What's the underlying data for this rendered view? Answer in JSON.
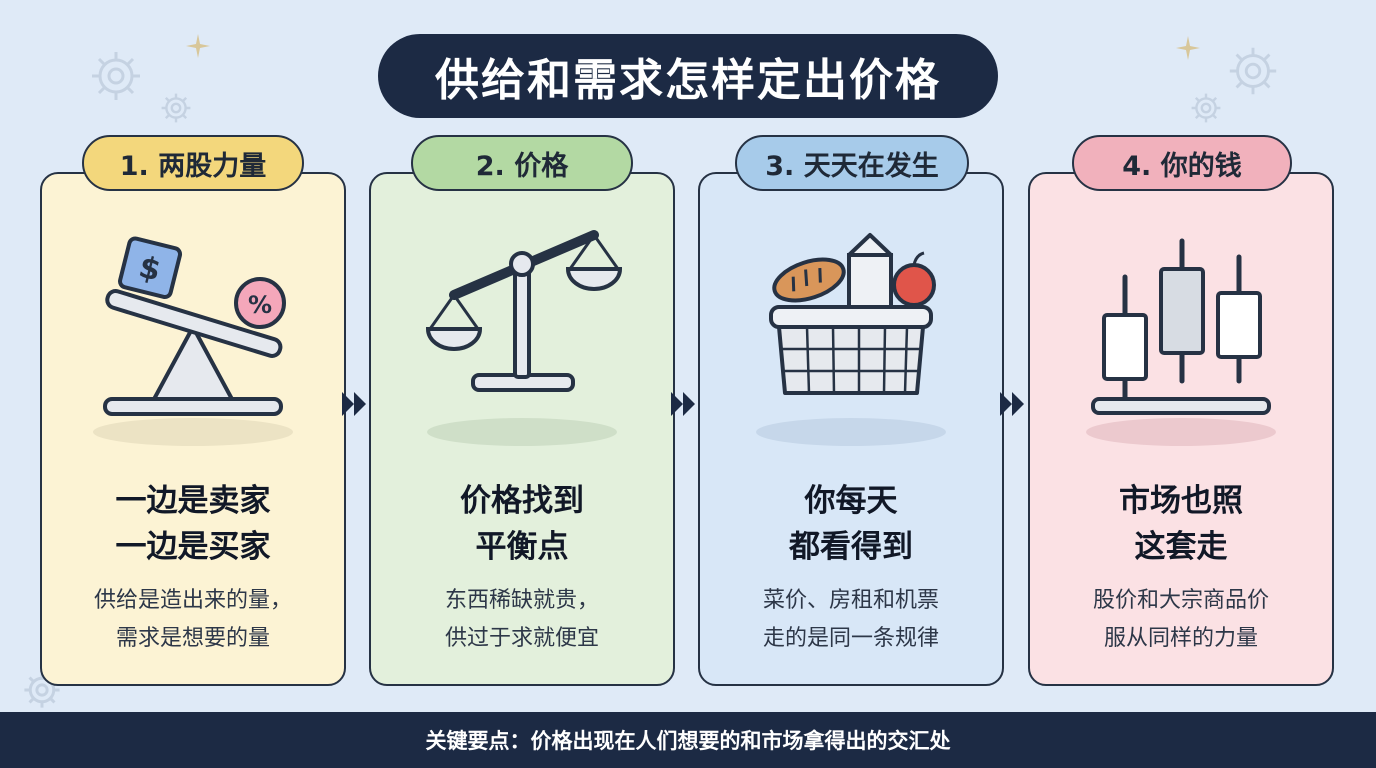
{
  "title": "供给和需求怎样定出价格",
  "colors": {
    "navy": "#1c2a44",
    "outline": "#263244",
    "yellow_card": "#fcf3d4",
    "yellow_tab": "#f3d77c",
    "green_card": "#e3f0dc",
    "green_tab": "#b3d9a3",
    "blue_card": "#d8e7f7",
    "blue_tab": "#a7cbea",
    "pink_card": "#fbe1e4",
    "pink_tab": "#f1b1bc"
  },
  "cards": [
    {
      "tab": "1. 两股力量",
      "icon": "seesaw-icon",
      "heading": [
        "一边是卖家",
        "一边是买家"
      ],
      "desc": [
        "供给是造出来的量，",
        "需求是想要的量"
      ]
    },
    {
      "tab": "2. 价格",
      "icon": "balance-scale-icon",
      "heading": [
        "价格找到",
        "平衡点"
      ],
      "desc": [
        "东西稀缺就贵，",
        "供过于求就便宜"
      ]
    },
    {
      "tab": "3. 天天在发生",
      "icon": "grocery-basket-icon",
      "heading": [
        "你每天",
        "都看得到"
      ],
      "desc": [
        "菜价、房租和机票",
        "走的是同一条规律"
      ]
    },
    {
      "tab": "4. 你的钱",
      "icon": "candlestick-chart-icon",
      "heading": [
        "市场也照",
        "这套走"
      ],
      "desc": [
        "股价和大宗商品价",
        "服从同样的力量"
      ]
    }
  ],
  "seesaw_labels": {
    "dollar": "$",
    "percent": "%"
  },
  "footer": "关键要点：价格出现在人们想要的和市场拿得出的交汇处"
}
